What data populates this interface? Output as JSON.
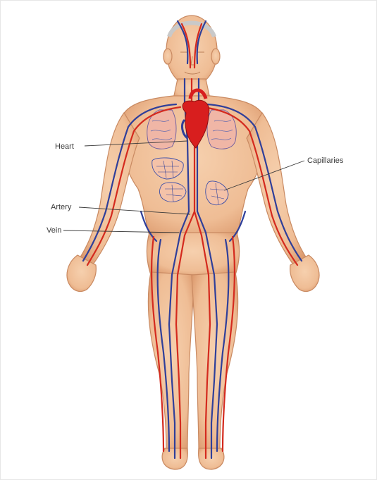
{
  "labels": {
    "heart": "Heart",
    "artery": "Artery",
    "vein": "Vein",
    "capillaries": "Capillaries"
  },
  "colors": {
    "skin": "#f2c49f",
    "skin_shadow": "#dc9a6e",
    "artery": "#d42a1e",
    "vein": "#2f3f9a",
    "heart": "#d81e1e",
    "background": "#ffffff",
    "label_text": "#3a3a3a"
  }
}
